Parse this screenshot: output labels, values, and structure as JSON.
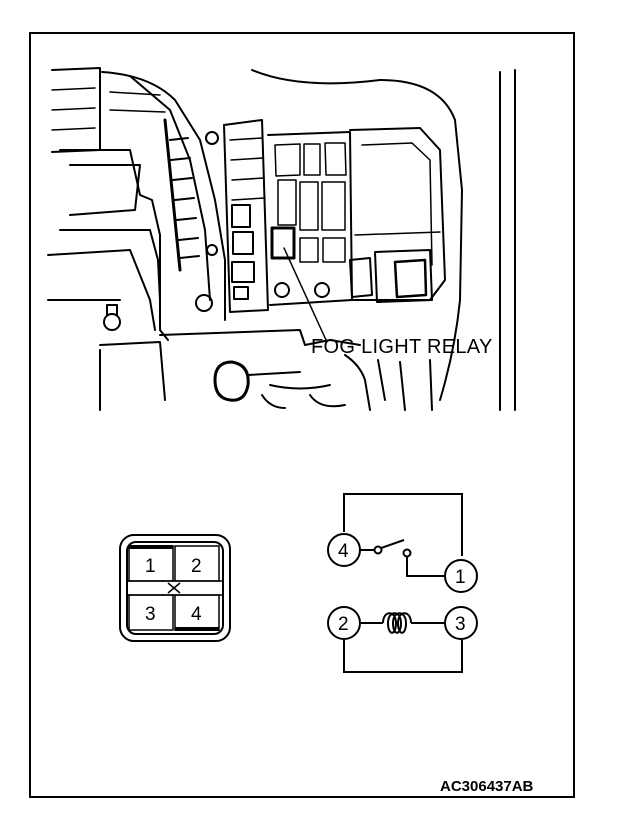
{
  "illustration": {
    "callout_label": "FOG LIGHT RELAY",
    "figure_id": "AC306437AB"
  },
  "connector": {
    "pins": [
      "1",
      "2",
      "3",
      "4"
    ]
  },
  "schematic": {
    "terminals": [
      "4",
      "1",
      "2",
      "3"
    ]
  },
  "colors": {
    "line": "#000000",
    "background": "#ffffff"
  }
}
